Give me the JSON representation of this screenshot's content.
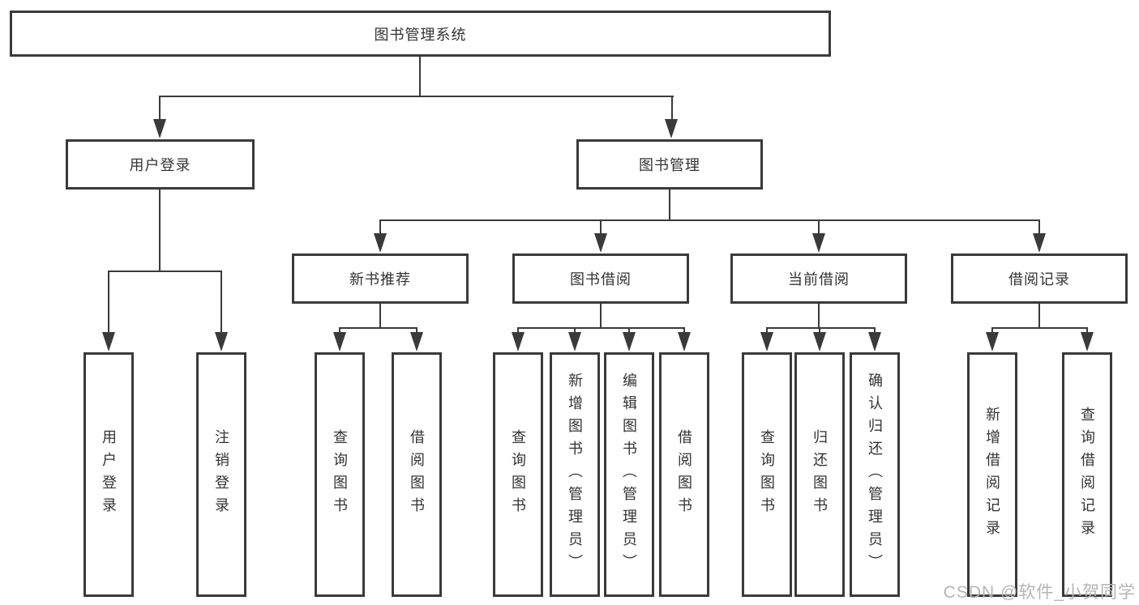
{
  "tree": {
    "root": {
      "label": "图书管理系统",
      "children": [
        {
          "label": "用户登录",
          "children": [
            {
              "label": "用户登录"
            },
            {
              "label": "注销登录"
            }
          ]
        },
        {
          "label": "图书管理",
          "children": [
            {
              "label": "新书推荐",
              "children": [
                {
                  "label": "查询图书"
                },
                {
                  "label": "借阅图书"
                }
              ]
            },
            {
              "label": "图书借阅",
              "children": [
                {
                  "label": "查询图书"
                },
                {
                  "label": "新增图书（管理员）"
                },
                {
                  "label": "编辑图书（管理员）"
                },
                {
                  "label": "借阅图书"
                }
              ]
            },
            {
              "label": "当前借阅",
              "children": [
                {
                  "label": "查询图书"
                },
                {
                  "label": "归还图书"
                },
                {
                  "label": "确认归还（管理员）"
                }
              ]
            },
            {
              "label": "借阅记录",
              "children": [
                {
                  "label": "新增借阅记录"
                },
                {
                  "label": "查询借阅记录"
                }
              ]
            }
          ]
        }
      ]
    }
  },
  "watermark": "CSDN @软件_小贺同学",
  "colors": {
    "line": "#3a3a3a",
    "text": "#333333",
    "watermark": "#b5b5b5",
    "bg": "#ffffff"
  }
}
